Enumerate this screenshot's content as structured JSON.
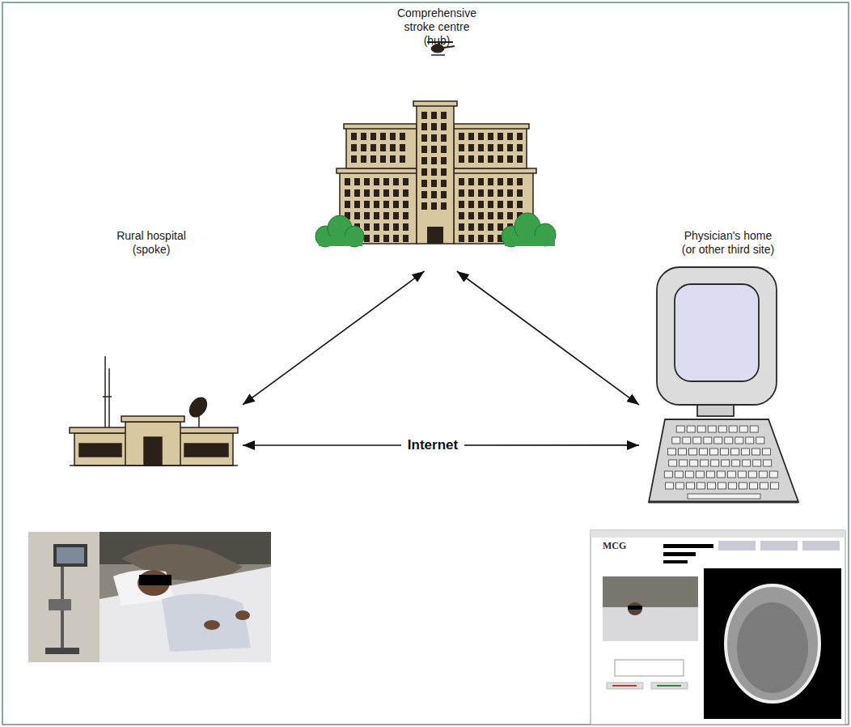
{
  "diagram": {
    "nodes": [
      {
        "text": [
          "Comprehensive stroke centre (hub)"
        ]
      },
      {
        "text": [
          "Rural hospital (spoke)"
        ]
      },
      {
        "text": [
          "Physician's home (or other third site)"
        ]
      }
    ],
    "edges": [
      {
        "from": 0,
        "to": 1,
        "arrow": "both"
      },
      {
        "from": 0,
        "to": 2,
        "arrow": "both"
      },
      {
        "from": 1,
        "to": 2,
        "label": "Internet",
        "arrow": "both"
      }
    ],
    "labels": [
      "MCG"
    ]
  }
}
